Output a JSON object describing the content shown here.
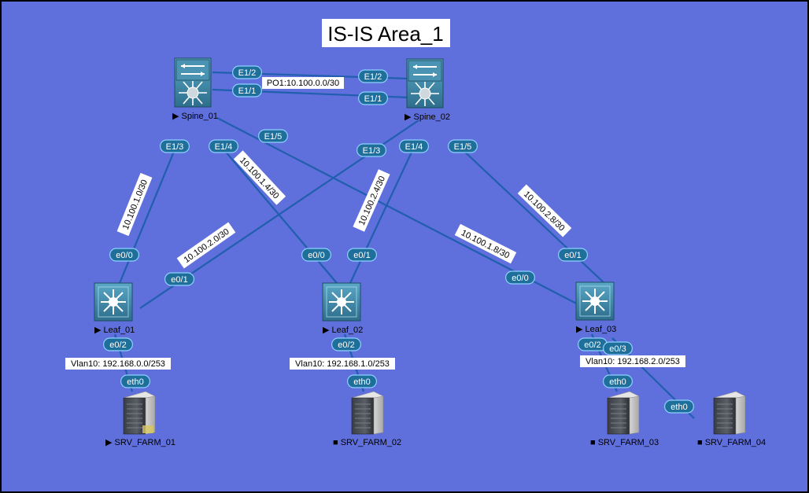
{
  "title": "IS-IS Area_1",
  "colors": {
    "background": "#5f6fdb",
    "link": "#1f5fae",
    "badge_fill": "#1e6f9a",
    "badge_stroke": "#8fd0ff"
  },
  "nodes": {
    "spine1": {
      "name": "Spine_01",
      "icon": "nexus-switch-icon",
      "marker": "▶"
    },
    "spine2": {
      "name": "Spine_02",
      "icon": "nexus-switch-icon",
      "marker": "▶"
    },
    "leaf1": {
      "name": "Leaf_01",
      "icon": "l3-switch-icon",
      "marker": "▶"
    },
    "leaf2": {
      "name": "Leaf_02",
      "icon": "l3-switch-icon",
      "marker": "▶"
    },
    "leaf3": {
      "name": "Leaf_03",
      "icon": "l3-switch-icon",
      "marker": "▶"
    },
    "srv1": {
      "name": "SRV_FARM_01",
      "icon": "server-icon",
      "marker": "▶"
    },
    "srv2": {
      "name": "SRV_FARM_02",
      "icon": "server-icon",
      "marker": "■"
    },
    "srv3": {
      "name": "SRV_FARM_03",
      "icon": "server-icon",
      "marker": "■"
    },
    "srv4": {
      "name": "SRV_FARM_04",
      "icon": "server-icon",
      "marker": "■"
    }
  },
  "interfaces": {
    "s1_e12": "E1/2",
    "s1_e11": "E1/1",
    "s1_e13": "E1/3",
    "s1_e14": "E1/4",
    "s1_e15": "E1/5",
    "s2_e12": "E1/2",
    "s2_e11": "E1/1",
    "s2_e13": "E1/3",
    "s2_e14": "E1/4",
    "s2_e15": "E1/5",
    "l1_e00": "e0/0",
    "l1_e01": "e0/1",
    "l1_e02": "e0/2",
    "l2_e00": "e0/0",
    "l2_e01": "e0/1",
    "l2_e02": "e0/2",
    "l3_e00": "e0/0",
    "l3_e01": "e0/1",
    "l3_e02": "e0/2",
    "l3_e03": "e0/3",
    "srv1_eth0": "eth0",
    "srv2_eth0": "eth0",
    "srv3_eth0": "eth0",
    "srv4_eth0": "eth0"
  },
  "subnets": {
    "po1": "PO1:10.100.0.0/30",
    "s1_l1": "10.100.1.0/30",
    "s1_l2": "10.100.1.4/30",
    "s1_l3": "10.100.1.8/30",
    "s2_l1": "10.100.2.0/30",
    "s2_l2": "10.100.2.4/30",
    "s2_l3": "10.100.2.8/30",
    "vlan_l1": "Vlan10: 192.168.0.0/253",
    "vlan_l2": "Vlan10: 192.168.1.0/253",
    "vlan_l3": "Vlan10: 192.168.2.0/253"
  }
}
